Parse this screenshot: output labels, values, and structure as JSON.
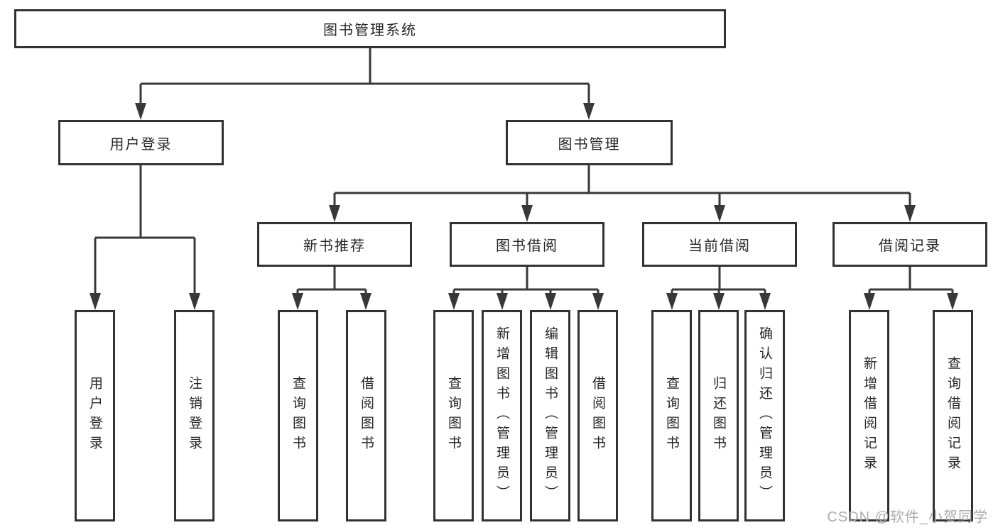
{
  "tree": {
    "root": {
      "label": "图书管理系统"
    },
    "level1": [
      {
        "label": "用户登录",
        "leaves": [
          "用户登录",
          "注销登录"
        ]
      },
      {
        "label": "图书管理",
        "children": [
          {
            "label": "新书推荐",
            "leaves": [
              "查询图书",
              "借阅图书"
            ]
          },
          {
            "label": "图书借阅",
            "leaves": [
              "查询图书",
              "新增图书（管理员）",
              "编辑图书（管理员）",
              "借阅图书"
            ]
          },
          {
            "label": "当前借阅",
            "leaves": [
              "查询图书",
              "归还图书",
              "确认归还（管理员）"
            ]
          },
          {
            "label": "借阅记录",
            "leaves": [
              "新增借阅记录",
              "查询借阅记录"
            ]
          }
        ]
      }
    ]
  },
  "watermark": {
    "text": "CSDN @软件_小贺同学"
  },
  "style": {
    "line_color": "#383838",
    "box_border_color": "#323232",
    "text_color": "#262626",
    "watermark_color": "#ababab",
    "background_color": "#ffffff"
  }
}
